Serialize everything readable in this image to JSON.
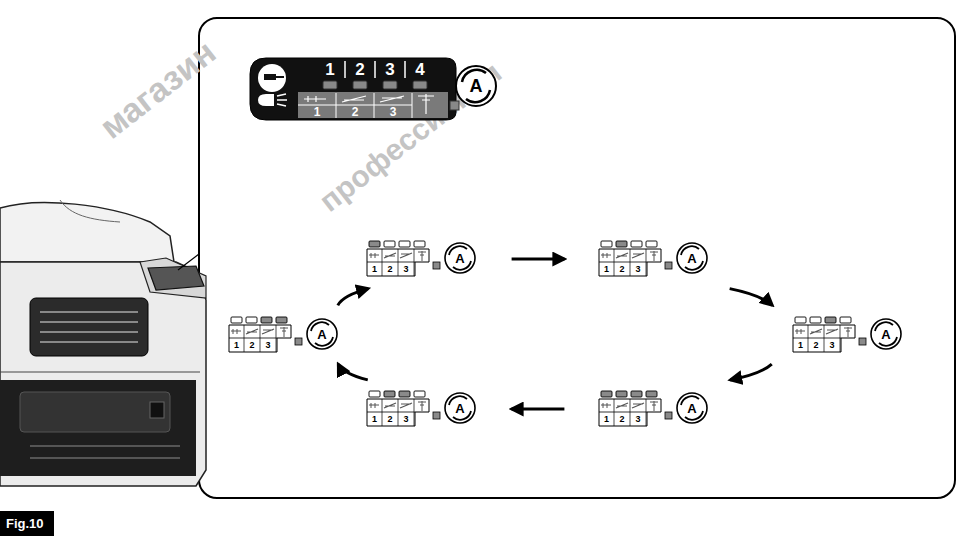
{
  "diagram": {
    "nodes": [
      {
        "text": [
          "1",
          "2",
          "3",
          "4",
          "1",
          "2",
          "3",
          "A"
        ]
      },
      {
        "text": [
          "1",
          "2",
          "3",
          "A"
        ]
      },
      {
        "text": [
          "1",
          "2",
          "3",
          "A"
        ]
      },
      {
        "text": [
          "1",
          "2",
          "3",
          "A"
        ]
      },
      {
        "text": [
          "1",
          "2",
          "3",
          "A"
        ]
      },
      {
        "text": [
          "1",
          "2",
          "3",
          "A"
        ]
      },
      {
        "text": [
          "1",
          "2",
          "3",
          "A"
        ]
      }
    ],
    "edges": [
      {
        "from": 1,
        "to": 2,
        "arrow": "to"
      },
      {
        "from": 2,
        "to": 3,
        "arrow": "to"
      },
      {
        "from": 3,
        "to": 4,
        "arrow": "to"
      },
      {
        "from": 4,
        "to": 5,
        "arrow": "to"
      },
      {
        "from": 5,
        "to": 6,
        "arrow": "to"
      },
      {
        "from": 6,
        "to": 1,
        "arrow": "to"
      }
    ],
    "labels": [
      "Fig.10",
      "магазин",
      "профессионал"
    ]
  }
}
